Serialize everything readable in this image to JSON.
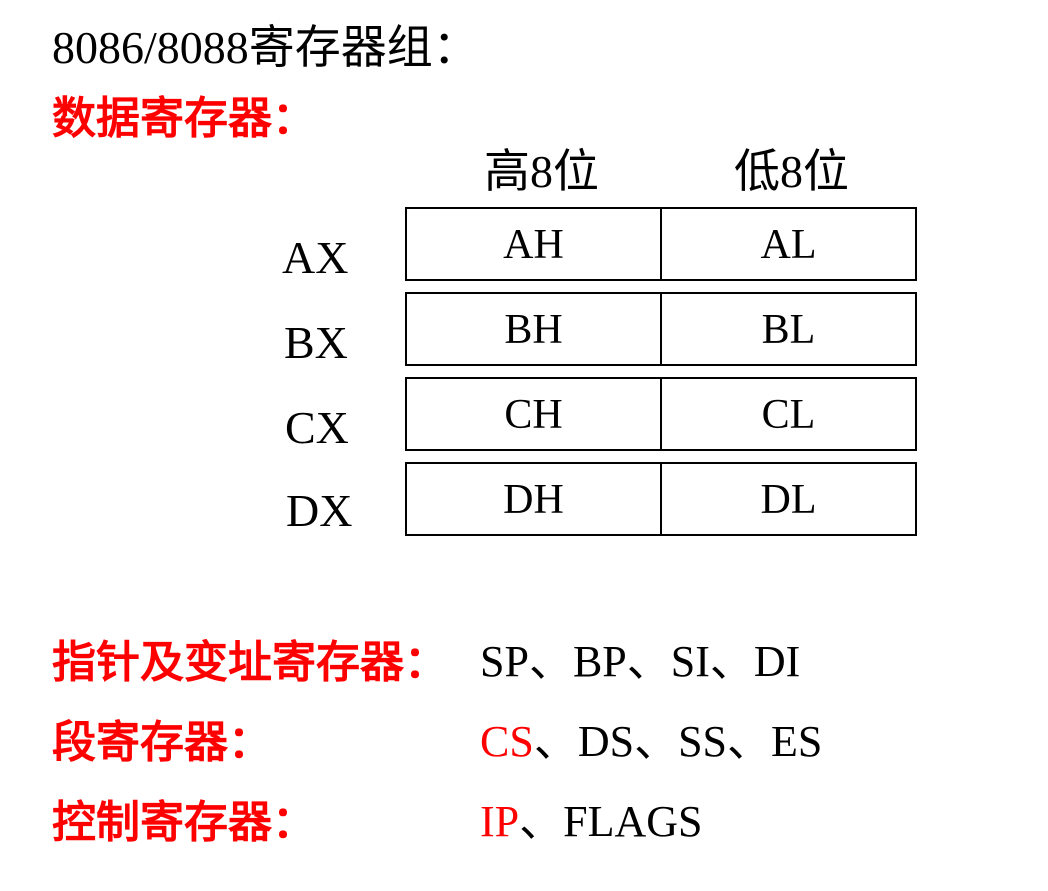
{
  "title": "8086/8088寄存器组：",
  "data_registers": {
    "heading": "数据寄存器：",
    "col_high": "高8位",
    "col_low": "低8位",
    "rows": [
      {
        "name": "AX",
        "high": "AH",
        "low": "AL"
      },
      {
        "name": "BX",
        "high": "BH",
        "low": "BL"
      },
      {
        "name": "CX",
        "high": "CH",
        "low": "CL"
      },
      {
        "name": "DX",
        "high": "DH",
        "low": "DL"
      }
    ]
  },
  "pointer_index": {
    "heading": "指针及变址寄存器：",
    "registers": "SP、BP、SI、DI"
  },
  "segment": {
    "heading": "段寄存器：",
    "first": "CS",
    "rest": "、DS、SS、ES"
  },
  "control": {
    "heading": "控制寄存器：",
    "first": "IP",
    "rest": "、FLAGS"
  },
  "colors": {
    "heading": "#ff0000",
    "highlight": "#ff0000",
    "text": "#000000"
  }
}
